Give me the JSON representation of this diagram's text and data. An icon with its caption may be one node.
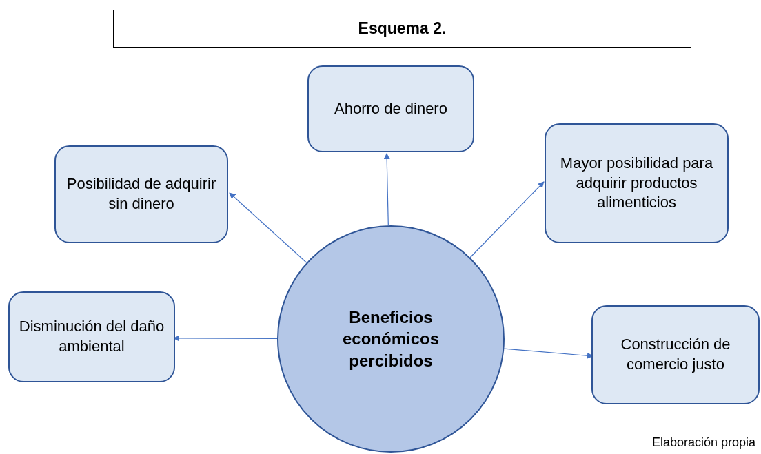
{
  "diagram": {
    "title": "Esquema 2.",
    "nodes": [
      {
        "text": [
          "Beneficios económicos percibidos"
        ]
      },
      {
        "text": [
          "Ahorro de dinero"
        ]
      },
      {
        "text": [
          "Posibilidad de adquirir sin dinero"
        ]
      },
      {
        "text": [
          "Mayor posibilidad para adquirir productos alimenticios"
        ]
      },
      {
        "text": [
          "Disminución del daño ambiental"
        ]
      },
      {
        "text": [
          "Construcción de comercio justo"
        ]
      }
    ],
    "edges": [
      {
        "from": 0,
        "to": 1,
        "arrow": "to"
      },
      {
        "from": 0,
        "to": 2,
        "arrow": "to"
      },
      {
        "from": 0,
        "to": 3,
        "arrow": "to"
      },
      {
        "from": 0,
        "to": 4,
        "arrow": "to"
      },
      {
        "from": 0,
        "to": 5,
        "arrow": "to"
      }
    ],
    "labels": [
      "Elaboración propia"
    ]
  }
}
